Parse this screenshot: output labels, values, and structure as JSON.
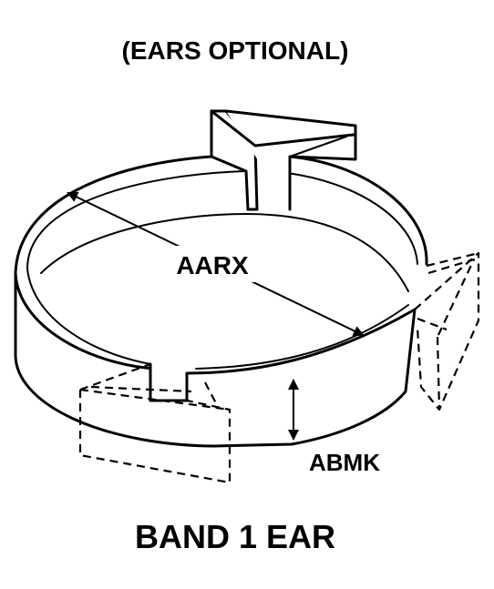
{
  "diagram": {
    "header": "(EARS OPTIONAL)",
    "dimension_diameter": "AARX",
    "dimension_width": "ABMK",
    "caption": "BAND 1 EAR"
  }
}
